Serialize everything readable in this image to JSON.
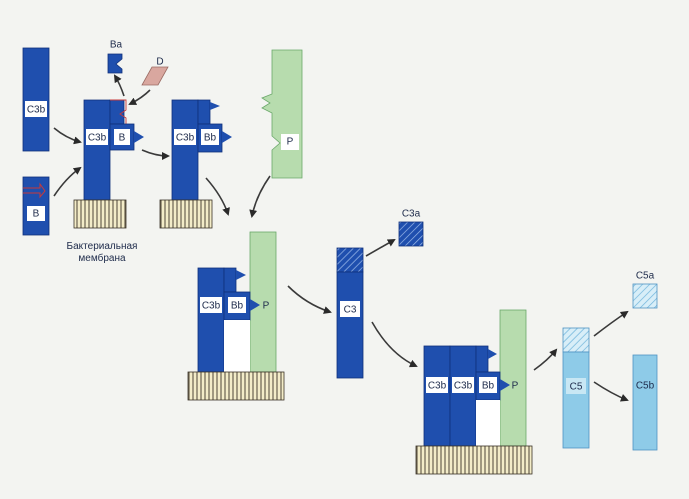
{
  "labels": {
    "c3b": "C3b",
    "b": "B",
    "ba": "Ba",
    "d": "D",
    "bb": "Bb",
    "p": "P",
    "c3a": "C3a",
    "c3": "C3",
    "c5": "C5",
    "c5a": "C5a",
    "c5b": "C5b"
  },
  "membrane_caption": [
    "Бактериальная",
    "мембрана"
  ],
  "colors": {
    "dark_blue": "#1f4fae",
    "light_blue": "#8ecbe8",
    "green": "#b7dcae",
    "factor_d": "#d9a79f",
    "membrane_stripe": "#e8d9a0"
  }
}
